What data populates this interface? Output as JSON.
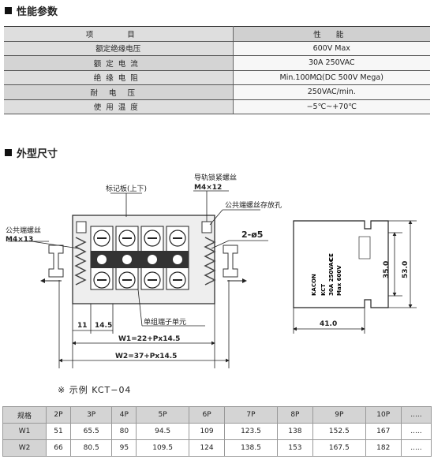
{
  "section1": {
    "title": "性能参数"
  },
  "spec": {
    "headers": [
      "项 目",
      "性 能"
    ],
    "rows": [
      {
        "item": "额定绝缘电压",
        "value": "600V Max"
      },
      {
        "item": "额定电流",
        "value": "30A 250VAC"
      },
      {
        "item": "绝缘电阻",
        "value": "Min.100MΩ(DC 500V Mega)"
      },
      {
        "item": "耐电压",
        "value": "250VAC/min."
      },
      {
        "item": "使用温度",
        "value": "−5℃~+70℃"
      }
    ]
  },
  "section2": {
    "title": "外型尺寸"
  },
  "drawing": {
    "label_marker": "标记板(上下)",
    "label_rail_screw": "导轨锁紧螺丝",
    "label_rail_screw_size": "M4×12",
    "label_common_hole": "公共端螺丝存放孔",
    "label_common_screw": "公共端螺丝",
    "label_common_screw_size": "M4×13",
    "label_hole": "2-ø5",
    "label_dim_11": "11",
    "label_dim_145": "14.5",
    "label_single_unit": "单组端子单元",
    "label_w1": "W1=22+Px14.5",
    "label_w2": "W2=37+Px14.5",
    "label_dim_41": "41.0",
    "label_dim_35": "35.0",
    "label_dim_53": "53.0",
    "side_brand": "KACON",
    "side_text": [
      "KCT",
      "30A 250VAC",
      "Max 600V"
    ],
    "side_ce": "CE"
  },
  "example": "※ 示例 KCT−04",
  "dims": {
    "header": [
      "规格",
      "2P",
      "3P",
      "4P",
      "5P",
      "6P",
      "7P",
      "8P",
      "9P",
      "10P",
      "....."
    ],
    "rows": [
      {
        "label": "W1",
        "values": [
          "51",
          "65.5",
          "80",
          "94.5",
          "109",
          "123.5",
          "138",
          "152.5",
          "167",
          "....."
        ]
      },
      {
        "label": "W2",
        "values": [
          "66",
          "80.5",
          "95",
          "109.5",
          "124",
          "138.5",
          "153",
          "167.5",
          "182",
          "....."
        ]
      }
    ]
  }
}
